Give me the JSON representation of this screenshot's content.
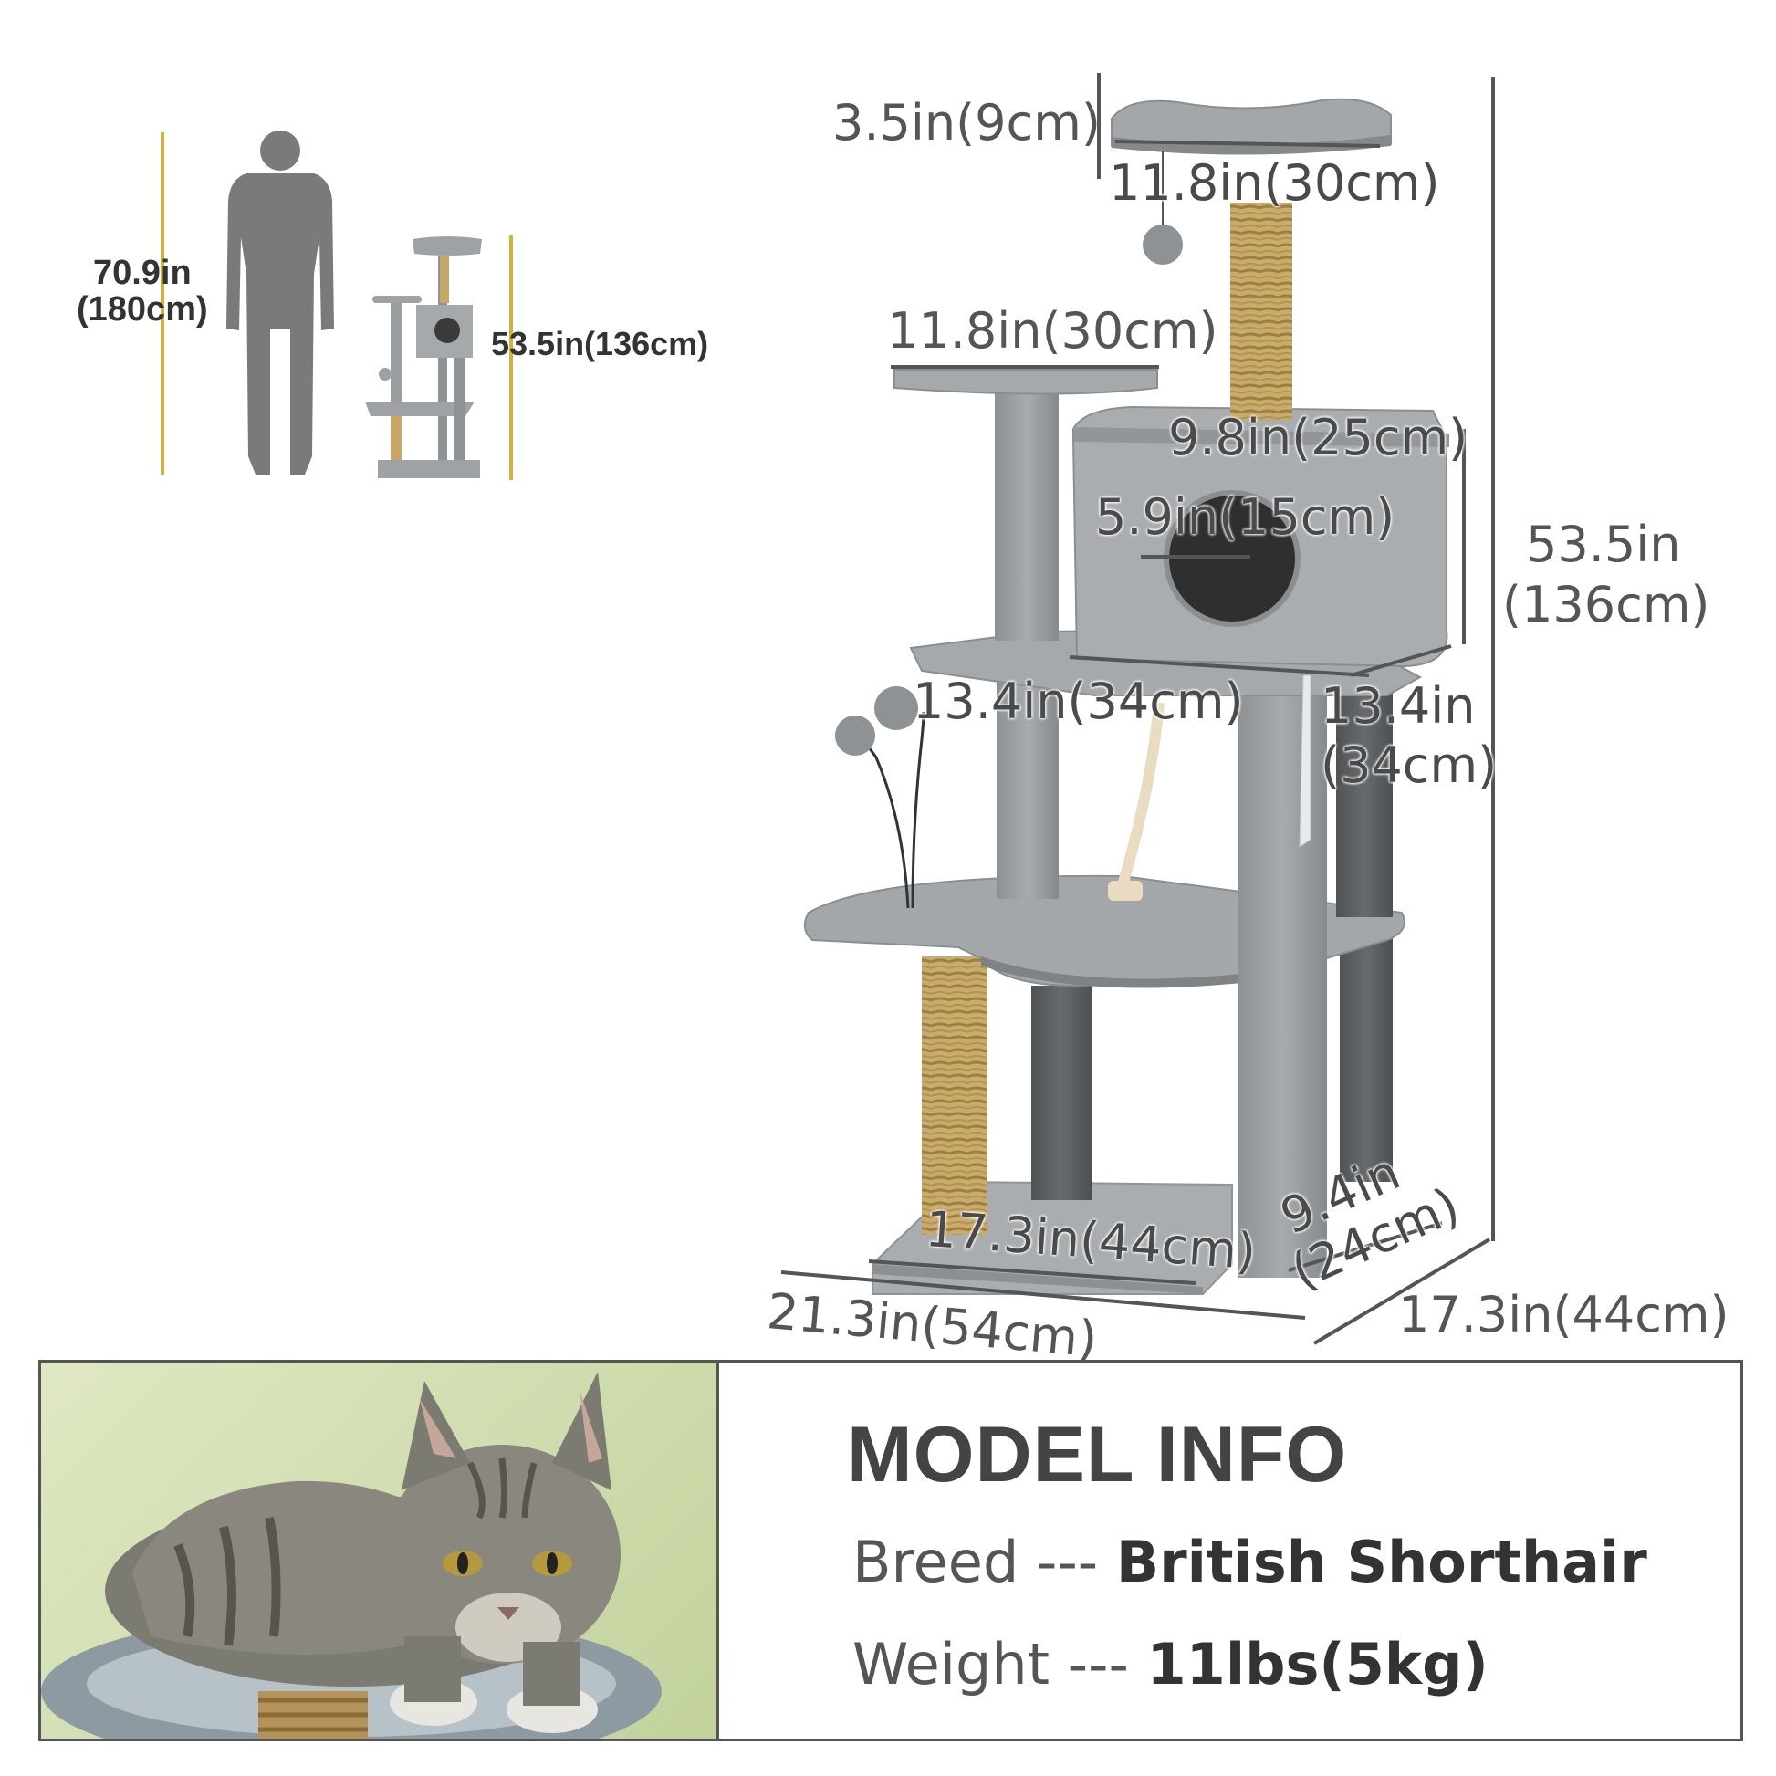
{
  "scale": {
    "human_height": "70.9in\n(180cm)",
    "tree_height": "53.5in(136cm)"
  },
  "dimensions": {
    "top_perch_height": "3.5in(9cm)",
    "top_perch_width": "11.8in(30cm)",
    "side_perch_width": "11.8in(30cm)",
    "condo_width": "9.8in(25cm)",
    "condo_opening": "5.9in(15cm)",
    "condo_base_width": "13.4in(34cm)",
    "condo_depth_line1": "13.4in",
    "condo_depth_line2": "(34cm)",
    "total_height_line1": "53.5in",
    "total_height_line2": "(136cm)",
    "base_width": "17.3in(44cm)",
    "base_depth_line1": "9.4in",
    "base_depth_line2": "(24cm)",
    "overall_width": "21.3in(54cm)",
    "overall_depth": "17.3in(44cm)"
  },
  "model_info": {
    "title": "MODEL INFO",
    "breed_label": "Breed --- ",
    "breed_value": "British Shorthair",
    "weight_label": "Weight --- ",
    "weight_value": "11lbs(5kg)"
  },
  "colors": {
    "plush": "#a9adb0",
    "plush_dark": "#6b6f72",
    "sisal": "#c7a766",
    "scale_line": "#d4b13a",
    "dimension_line": "#555555"
  }
}
